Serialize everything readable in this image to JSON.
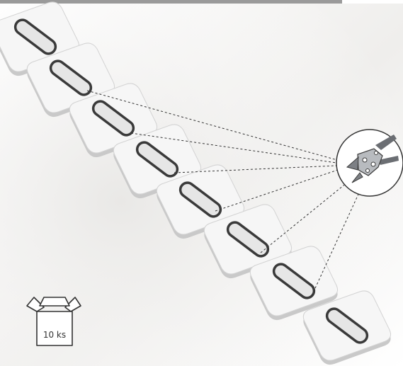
{
  "package": {
    "label": "10 ks",
    "icon": "open-box-icon"
  },
  "tool": {
    "icon": "bolt-cutter-icon"
  },
  "strip": {
    "segment_count": 8,
    "segment_icon": "slotted-plate-segment"
  },
  "colors": {
    "background": "#ffffff",
    "gradient_shade": "#ecebe9",
    "segment_fill": "#f6f6f6",
    "segment_edge": "#c9c9c9",
    "outline": "#333333",
    "cutter_handle": "#6b6e73"
  }
}
